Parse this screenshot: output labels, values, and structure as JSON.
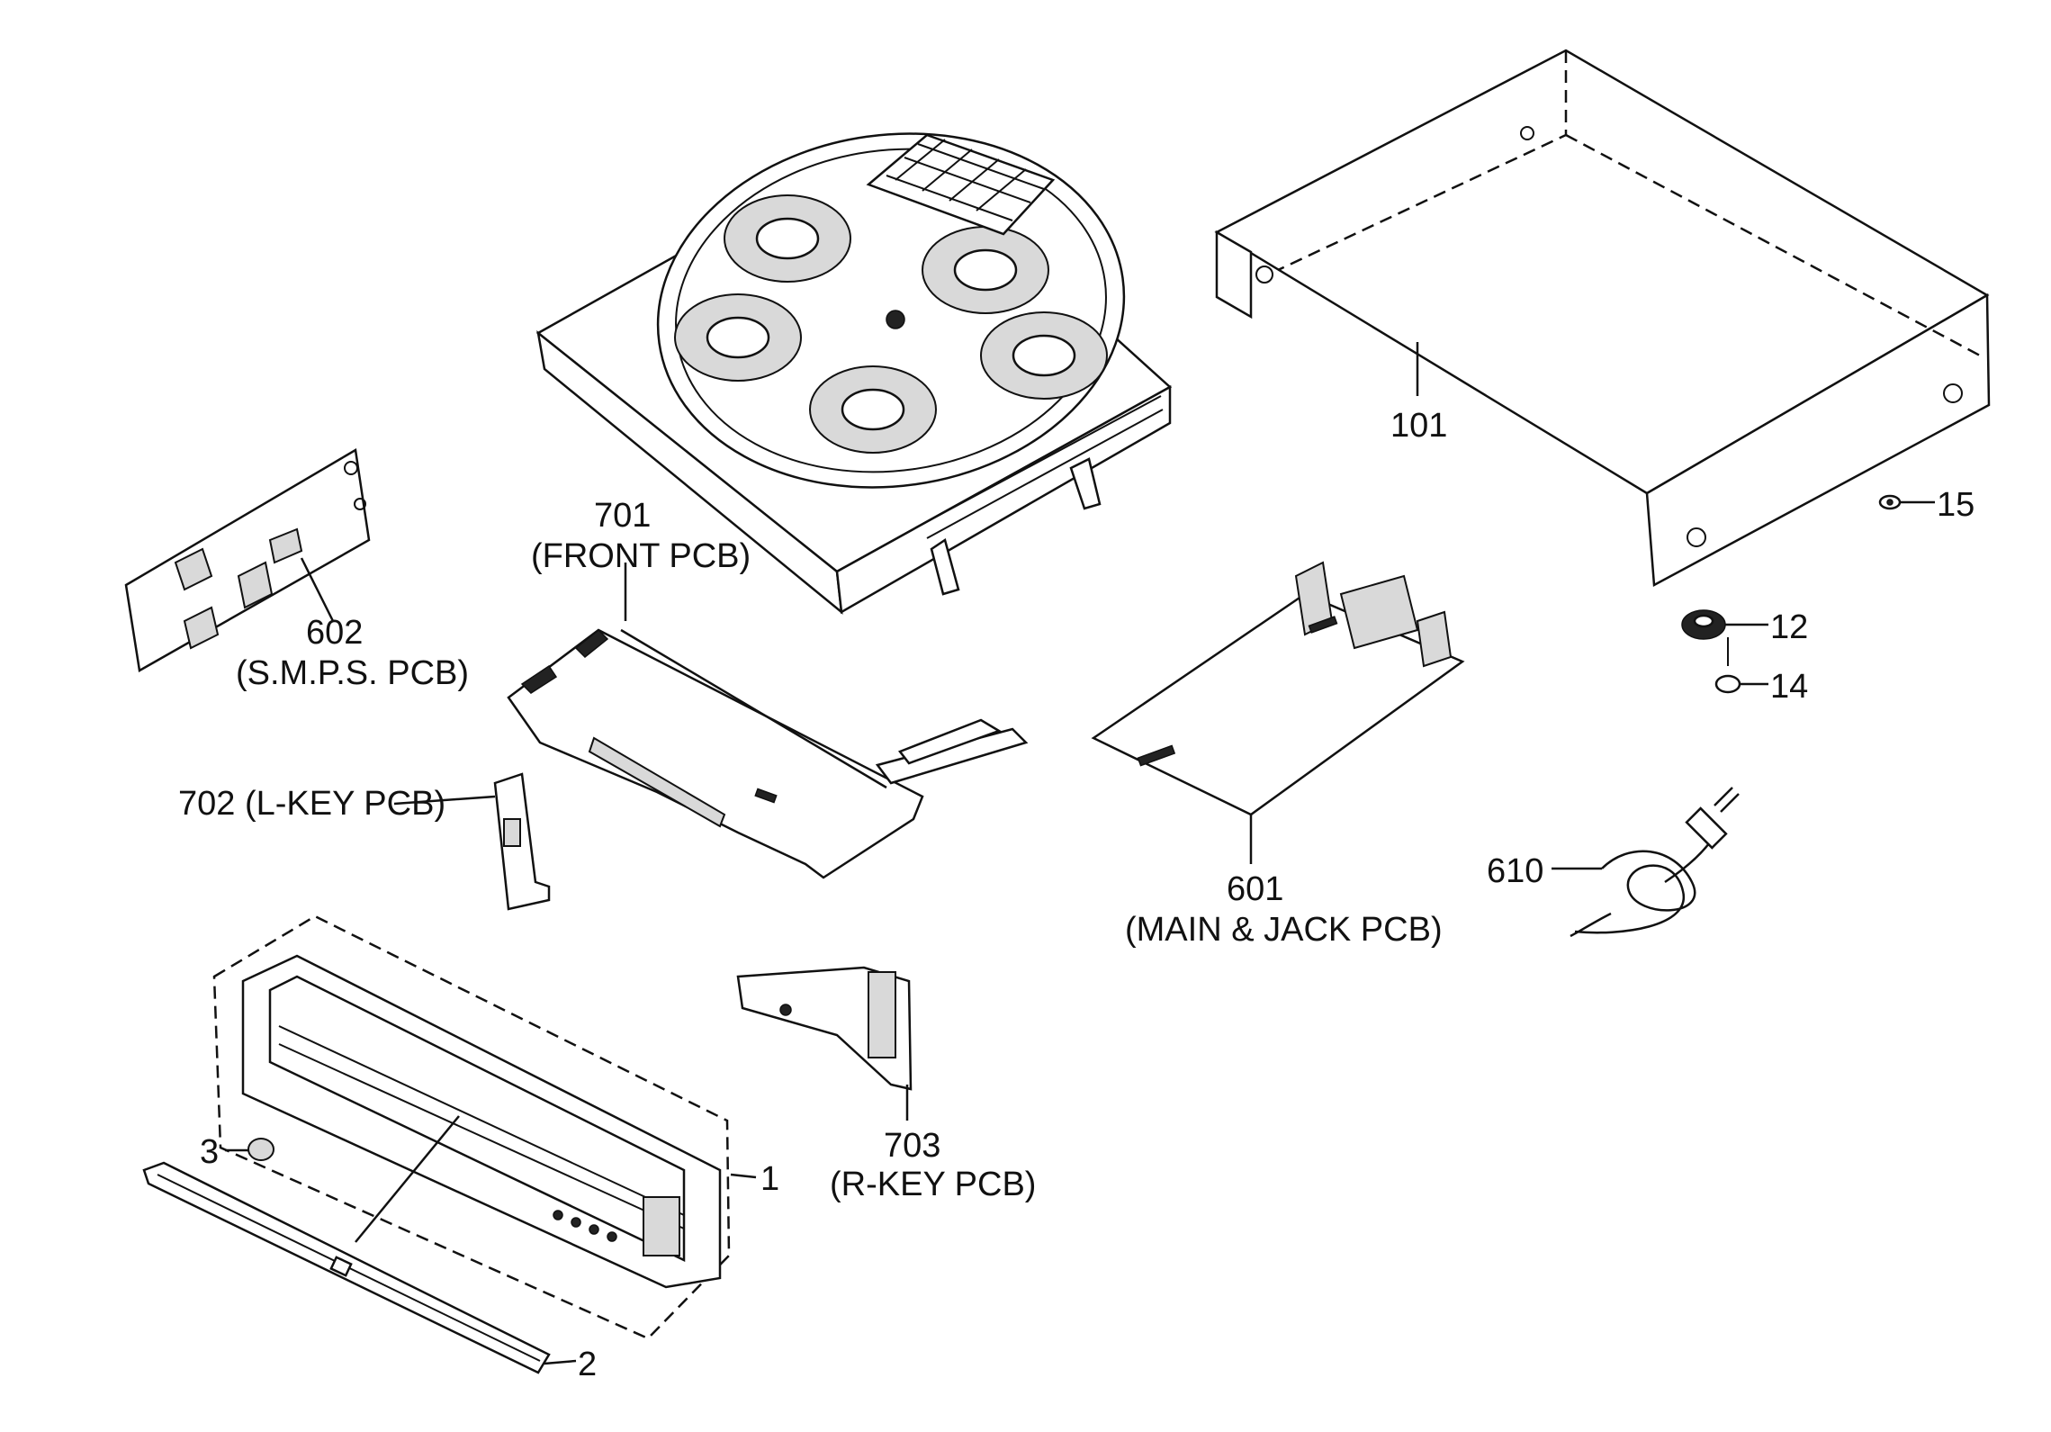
{
  "diagram": {
    "labels": {
      "p101": "101",
      "p15": "15",
      "p12": "12",
      "p14": "14",
      "p610": "610",
      "p601_num": "601",
      "p601_name": "(MAIN & JACK PCB)",
      "p701_num": "701",
      "p701_name": "(FRONT PCB)",
      "p602_num": "602",
      "p602_name": "(S.M.P.S. PCB)",
      "p702": "702 (L-KEY PCB)",
      "p703_num": "703",
      "p703_name": "(R-KEY PCB)",
      "p1": "1",
      "p2": "2",
      "p3": "3"
    }
  }
}
